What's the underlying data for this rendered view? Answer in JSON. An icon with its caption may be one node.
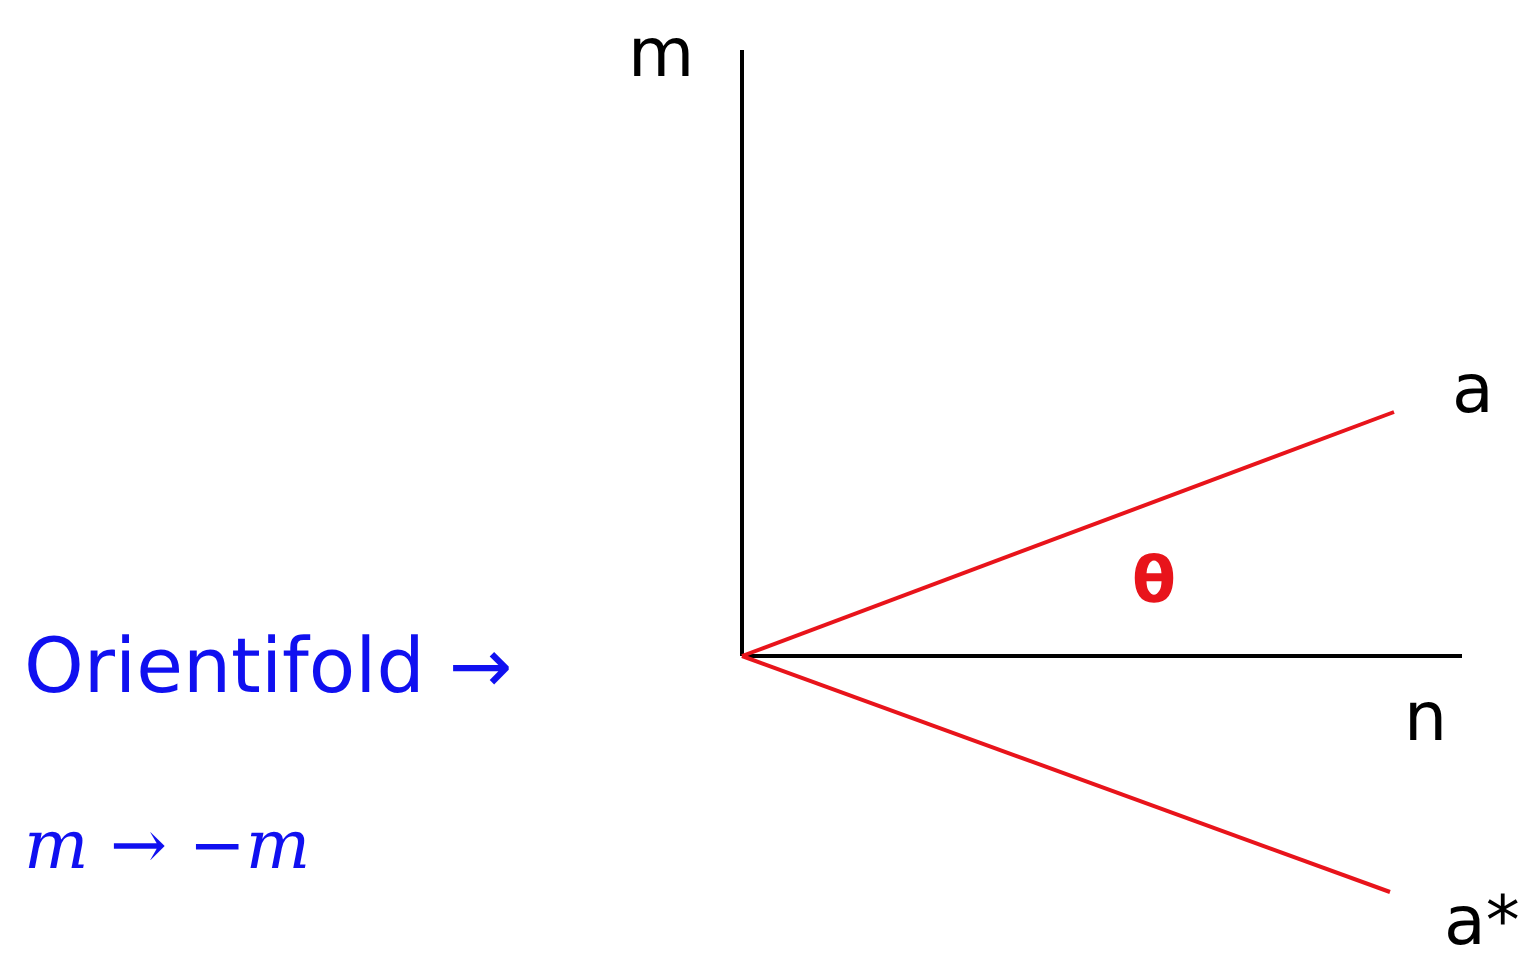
{
  "diagram": {
    "labels": [
      "m",
      "a",
      "θ",
      "Orientifold →",
      "n",
      "*m* → −*m*",
      "a*"
    ]
  }
}
